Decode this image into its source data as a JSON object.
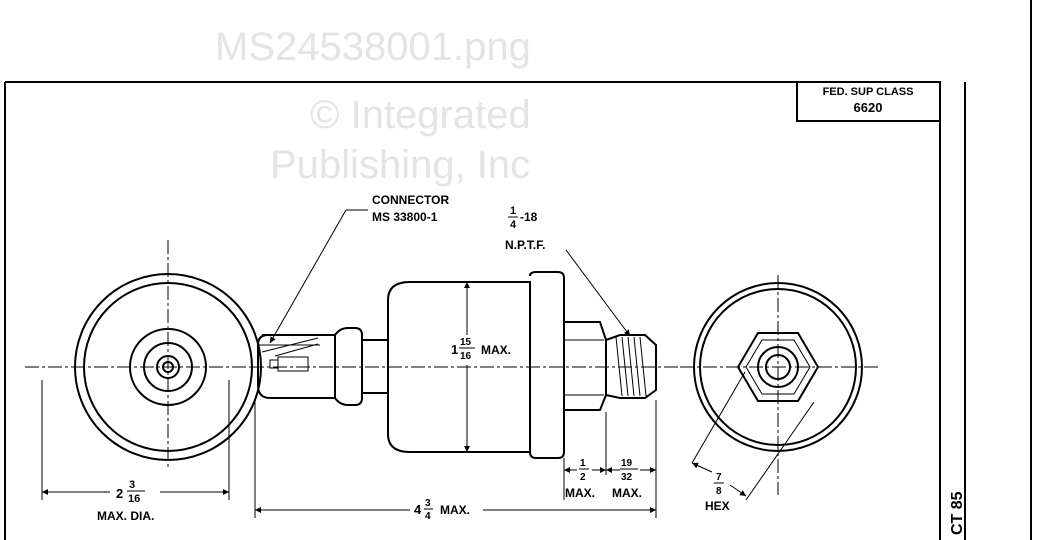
{
  "title_block": {
    "label": "FED. SUP CLASS",
    "value": "6620"
  },
  "side_label": "CT 85",
  "watermark": [
    "© Integrated",
    "Publishing, Inc",
    "MS24538001.png"
  ],
  "callouts": {
    "connector": "CONNECTOR",
    "connector_part": "MS 33800-1",
    "thread_num": "1",
    "thread_den": "4",
    "thread_suffix": "-18",
    "thread_type": "N.P.T.F."
  },
  "dimensions": {
    "dia_whole": "2",
    "dia_num": "3",
    "dia_den": "16",
    "dia_label": "MAX. DIA.",
    "length_whole": "4",
    "length_num": "3",
    "length_den": "4",
    "length_label": "MAX.",
    "height_whole": "1",
    "height_num": "15",
    "height_den": "16",
    "height_label": "MAX.",
    "hex_len_num": "1",
    "hex_len_den": "2",
    "hex_len_label": "MAX.",
    "thread_len_num": "19",
    "thread_len_den": "32",
    "thread_len_label": "MAX.",
    "hex_num": "7",
    "hex_den": "8",
    "hex_label": "HEX"
  }
}
